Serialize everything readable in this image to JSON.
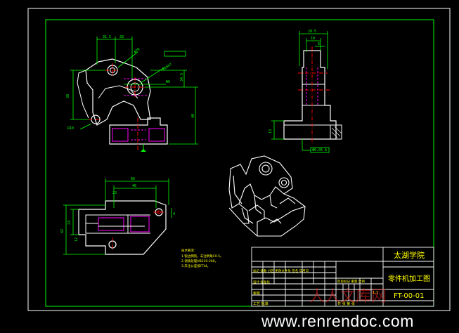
{
  "title_block": {
    "school": "太湖学院",
    "drawing_title": "零件机加工图",
    "drawing_no": "FT-00-01",
    "rows": [
      "标记 处数 分区 更改文件号 签名 年月日",
      "设计 标准化",
      "审核",
      "工艺 批准"
    ],
    "stage_label": "阶段标记 重量 比例",
    "scale": "1:1",
    "sheet_info": "共 张 第 张"
  },
  "notes": {
    "heading": "技术要求：",
    "lines": [
      "1.锐边倒钝，未注倒角C0.5。",
      "2.调质处理HB230-260。",
      "3.未注公差按IT14。"
    ]
  },
  "dimensions": {
    "front_top": [
      "31.5",
      "28"
    ],
    "front_left": "38",
    "front_right": [
      "34.5",
      "40"
    ],
    "front_holes": [
      "Φ20",
      "Φ16H7",
      "Φ6",
      "R10"
    ],
    "side_top": [
      "28.5",
      "10",
      "6"
    ],
    "side_left": "13",
    "side_bottom": "Φ0.05 A",
    "top_view_top": [
      "66",
      "46",
      "23"
    ],
    "top_view_left": [
      "42",
      "23",
      "12"
    ],
    "top_view_right": "4"
  },
  "colors": {
    "border": "#ffffff",
    "frame": "#00ff00",
    "part": "#ffffff",
    "hidden": "#ff00ff",
    "center": "#ff0000",
    "dim": "#00ff00",
    "title_text": "#ffff00"
  },
  "watermark": {
    "url": "www.renrendoc.com",
    "cn": "人人文库网"
  }
}
